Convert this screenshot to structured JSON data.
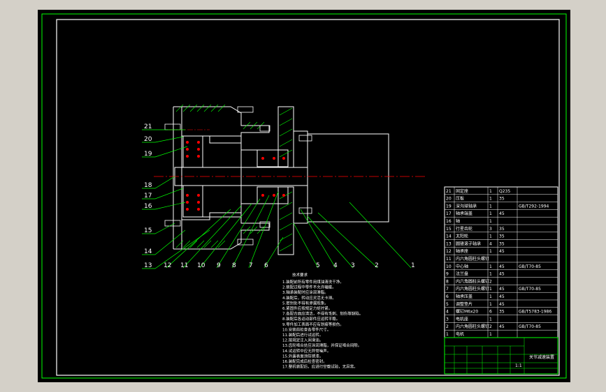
{
  "callouts": {
    "left": [
      "21",
      "20",
      "19",
      "18",
      "17",
      "16",
      "15",
      "14",
      "13"
    ],
    "bottom": [
      "12",
      "11",
      "10",
      "9",
      "8",
      "7",
      "6",
      "5",
      "4",
      "3",
      "2",
      "1"
    ]
  },
  "notes_title": "技术要求",
  "notes": [
    "1.装配前所有零件用煤油清洗干净。",
    "2.装配过程中零件不允许磕碰。",
    "3.轴承装配时应涂润滑脂。",
    "4.装配后，转动应灵活无卡滞。",
    "5.密封处不得有渗漏现象。",
    "6.紧固件应按规定力矩拧紧。",
    "7.各配合面应清洁，不得有毛刺、划伤等缺陷。",
    "8.装配后各运动部件应运转平稳。",
    "9.零件加工表面不应有划痕等损伤。",
    "10.安装前检查各零件尺寸。",
    "11.装配后进行试运转。",
    "12.按规定注入润滑油。",
    "13.齿轮啮合处应涂润滑脂，并保证啮合间隙。",
    "14.试运转中应无异常噪声。",
    "15.外露表面涂防锈漆。",
    "16.装配完成后检查密封。",
    "17.整机装配后，应进行空载试验，无异常。"
  ],
  "parts": [
    {
      "no": "21",
      "name": "固定座",
      "qty": "1",
      "mat": "Q235",
      "std": ""
    },
    {
      "no": "20",
      "name": "压板",
      "qty": "1",
      "mat": "35",
      "std": ""
    },
    {
      "no": "19",
      "name": "深沟球轴承",
      "qty": "1",
      "mat": "",
      "std": "GB/T292-1994"
    },
    {
      "no": "17",
      "name": "轴承端盖",
      "qty": "1",
      "mat": "45",
      "std": ""
    },
    {
      "no": "16",
      "name": "轴",
      "qty": "1",
      "mat": "",
      "std": ""
    },
    {
      "no": "15",
      "name": "行星齿轮",
      "qty": "3",
      "mat": "35",
      "std": ""
    },
    {
      "no": "14",
      "name": "太阳轮",
      "qty": "1",
      "mat": "35",
      "std": ""
    },
    {
      "no": "13",
      "name": "圆锥滚子轴承",
      "qty": "4",
      "mat": "35",
      "std": ""
    },
    {
      "no": "12",
      "name": "轴承座",
      "qty": "1",
      "mat": "45",
      "std": ""
    },
    {
      "no": "11",
      "name": "内六角圆柱头螺钉",
      "qty": "",
      "mat": "",
      "std": ""
    },
    {
      "no": "10",
      "name": "中心轴",
      "qty": "1",
      "mat": "45",
      "std": "GB/T70-85"
    },
    {
      "no": "9",
      "name": "法兰盘",
      "qty": "1",
      "mat": "45",
      "std": ""
    },
    {
      "no": "8",
      "name": "内六角圆柱头螺钉",
      "qty": "2",
      "mat": "",
      "std": ""
    },
    {
      "no": "7",
      "name": "内六角圆柱头螺钉",
      "qty": "1",
      "mat": "45",
      "std": "GB/T70-85"
    },
    {
      "no": "6",
      "name": "轴承压盖",
      "qty": "1",
      "mat": "45",
      "std": ""
    },
    {
      "no": "5",
      "name": "调整垫片",
      "qty": "1",
      "mat": "45",
      "std": ""
    },
    {
      "no": "4",
      "name": "螺钉M6x20",
      "qty": "6",
      "mat": "35",
      "std": "GB/T5783-1986"
    },
    {
      "no": "3",
      "name": "电机座",
      "qty": "1",
      "mat": "",
      "std": ""
    },
    {
      "no": "2",
      "name": "内六角圆柱头螺钉",
      "qty": "2",
      "mat": "45",
      "std": "GB/T70-85"
    },
    {
      "no": "1",
      "name": "电机",
      "qty": "1",
      "mat": "",
      "std": ""
    }
  ],
  "title_block": {
    "title": "关节减速装置",
    "scale": "1:1"
  },
  "colors": {
    "background": "#000000",
    "frame": "#00ff00",
    "geometry": "#ffffff",
    "centerline": "#ff0000",
    "leader": "#00ff00",
    "hatch": "#00ff00"
  }
}
